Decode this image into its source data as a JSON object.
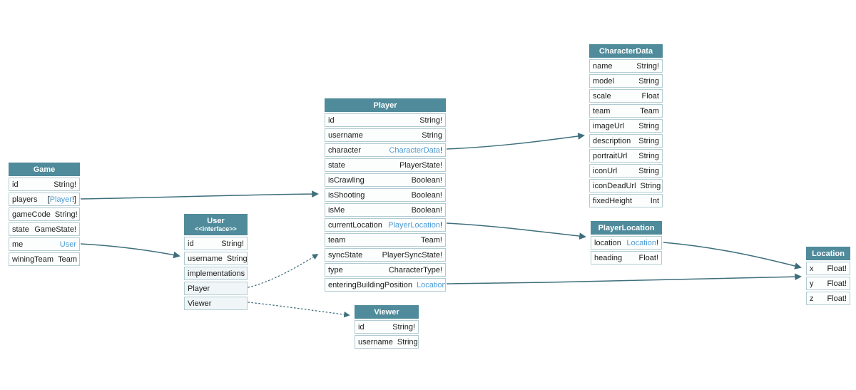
{
  "diagram": {
    "colors": {
      "header_bg": "#4f8b9b",
      "link": "#4e9bd4",
      "arrow": "#3e6e7c",
      "border": "#b2ccd3"
    },
    "tables": [
      {
        "id": "game",
        "title": "Game",
        "fields": [
          {
            "name": "id",
            "type": [
              {
                "t": "String!"
              }
            ]
          },
          {
            "name": "players",
            "type": [
              {
                "t": "["
              },
              {
                "t": "Player",
                "link": true
              },
              {
                "t": "!]"
              }
            ]
          },
          {
            "name": "gameCode",
            "type": [
              {
                "t": "String!"
              }
            ]
          },
          {
            "name": "state",
            "type": [
              {
                "t": "GameState!"
              }
            ]
          },
          {
            "name": "me",
            "type": [
              {
                "t": "User",
                "link": true
              }
            ]
          },
          {
            "name": "winingTeam",
            "type": [
              {
                "t": "Team"
              }
            ]
          }
        ]
      },
      {
        "id": "user",
        "title": "User",
        "subtitle": "<<interface>>",
        "fields": [
          {
            "name": "id",
            "type": [
              {
                "t": "String!"
              }
            ]
          },
          {
            "name": "username",
            "type": [
              {
                "t": "String"
              }
            ]
          },
          {
            "name": "implementations",
            "type": [],
            "section": true
          },
          {
            "name": "Player",
            "type": [],
            "name_link": true
          },
          {
            "name": "Viewer",
            "type": [],
            "name_link": true
          }
        ]
      },
      {
        "id": "player",
        "title": "Player",
        "fields": [
          {
            "name": "id",
            "type": [
              {
                "t": "String!"
              }
            ]
          },
          {
            "name": "username",
            "type": [
              {
                "t": "String"
              }
            ]
          },
          {
            "name": "character",
            "type": [
              {
                "t": "CharacterData",
                "link": true
              },
              {
                "t": "!"
              }
            ]
          },
          {
            "name": "state",
            "type": [
              {
                "t": "PlayerState!"
              }
            ]
          },
          {
            "name": "isCrawling",
            "type": [
              {
                "t": "Boolean!"
              }
            ]
          },
          {
            "name": "isShooting",
            "type": [
              {
                "t": "Boolean!"
              }
            ]
          },
          {
            "name": "isMe",
            "type": [
              {
                "t": "Boolean!"
              }
            ]
          },
          {
            "name": "currentLocation",
            "type": [
              {
                "t": "PlayerLocation",
                "link": true
              },
              {
                "t": "!"
              }
            ]
          },
          {
            "name": "team",
            "type": [
              {
                "t": "Team!"
              }
            ]
          },
          {
            "name": "syncState",
            "type": [
              {
                "t": "PlayerSyncState!"
              }
            ]
          },
          {
            "name": "type",
            "type": [
              {
                "t": "CharacterType!"
              }
            ]
          },
          {
            "name": "enteringBuildingPosition",
            "type": [
              {
                "t": "Location",
                "link": true
              }
            ]
          }
        ]
      },
      {
        "id": "viewer",
        "title": "Viewer",
        "fields": [
          {
            "name": "id",
            "type": [
              {
                "t": "String!"
              }
            ]
          },
          {
            "name": "username",
            "type": [
              {
                "t": "String"
              }
            ]
          }
        ]
      },
      {
        "id": "characterData",
        "title": "CharacterData",
        "fields": [
          {
            "name": "name",
            "type": [
              {
                "t": "String!"
              }
            ]
          },
          {
            "name": "model",
            "type": [
              {
                "t": "String"
              }
            ]
          },
          {
            "name": "scale",
            "type": [
              {
                "t": "Float"
              }
            ]
          },
          {
            "name": "team",
            "type": [
              {
                "t": "Team"
              }
            ]
          },
          {
            "name": "imageUrl",
            "type": [
              {
                "t": "String"
              }
            ]
          },
          {
            "name": "description",
            "type": [
              {
                "t": "String"
              }
            ]
          },
          {
            "name": "portraitUrl",
            "type": [
              {
                "t": "String"
              }
            ]
          },
          {
            "name": "iconUrl",
            "type": [
              {
                "t": "String"
              }
            ]
          },
          {
            "name": "iconDeadUrl",
            "type": [
              {
                "t": "String"
              }
            ]
          },
          {
            "name": "fixedHeight",
            "type": [
              {
                "t": "Int"
              }
            ]
          }
        ]
      },
      {
        "id": "playerLocation",
        "title": "PlayerLocation",
        "fields": [
          {
            "name": "location",
            "type": [
              {
                "t": "Location",
                "link": true
              },
              {
                "t": "!"
              }
            ]
          },
          {
            "name": "heading",
            "type": [
              {
                "t": "Float!"
              }
            ]
          }
        ]
      },
      {
        "id": "location",
        "title": "Location",
        "fields": [
          {
            "name": "x",
            "type": [
              {
                "t": "Float!"
              }
            ]
          },
          {
            "name": "y",
            "type": [
              {
                "t": "Float!"
              }
            ]
          },
          {
            "name": "z",
            "type": [
              {
                "t": "Float!"
              }
            ]
          }
        ]
      }
    ],
    "edges": [
      {
        "id": "game-players-to-player",
        "from": "Game.players",
        "to": "Player",
        "style": "solid"
      },
      {
        "id": "game-me-to-user",
        "from": "Game.me",
        "to": "User",
        "style": "solid"
      },
      {
        "id": "user-player-to-player",
        "from": "User.Player",
        "to": "Player",
        "style": "dotted"
      },
      {
        "id": "user-viewer-to-viewer",
        "from": "User.Viewer",
        "to": "Viewer",
        "style": "dotted"
      },
      {
        "id": "player-character-to-characterdata",
        "from": "Player.character",
        "to": "CharacterData",
        "style": "solid"
      },
      {
        "id": "player-currentlocation-to-playerlocation",
        "from": "Player.currentLocation",
        "to": "PlayerLocation",
        "style": "solid"
      },
      {
        "id": "player-enteringbuildingposition-to-location",
        "from": "Player.enteringBuildingPosition",
        "to": "Location",
        "style": "solid"
      },
      {
        "id": "playerlocation-location-to-location",
        "from": "PlayerLocation.location",
        "to": "Location",
        "style": "solid"
      }
    ]
  }
}
